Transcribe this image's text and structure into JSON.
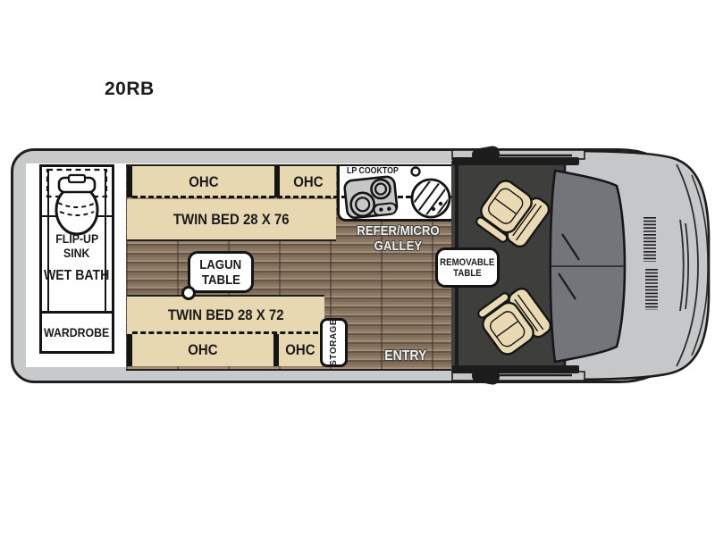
{
  "title": "20RB",
  "colors": {
    "outline": "#1f1f1f",
    "van_body_gray": "#c8c9ca",
    "furniture_tan": "#e7d8b1",
    "wood_floor": "#8c7963",
    "cab_floor_dark": "#3e3e3c",
    "windshield_gray": "#73757a",
    "seat_tan": "#e9dab4",
    "label_dark": "#1b1b1b",
    "label_light": "#f0efec"
  },
  "floorplan": {
    "wet_bath": {
      "name": "WET BATH",
      "fixture_line1": "FLIP-UP",
      "fixture_line2": "SINK"
    },
    "wardrobe": {
      "name": "WARDROBE"
    },
    "beds": {
      "top": "TWIN BED 28 X 76",
      "bottom": "TWIN BED 28 X 72"
    },
    "overhead_cabinet": "OHC",
    "galley": {
      "cooktop": "LP COOKTOP",
      "name_line1": "REFER/MICRO",
      "name_line2": "GALLEY"
    },
    "lagun_table": {
      "line1": "LAGUN",
      "line2": "TABLE"
    },
    "removable_table": {
      "line1": "REMOVABLE",
      "line2": "TABLE"
    },
    "storage": {
      "name": "STORAGE"
    },
    "entry": {
      "name": "ENTRY"
    }
  }
}
